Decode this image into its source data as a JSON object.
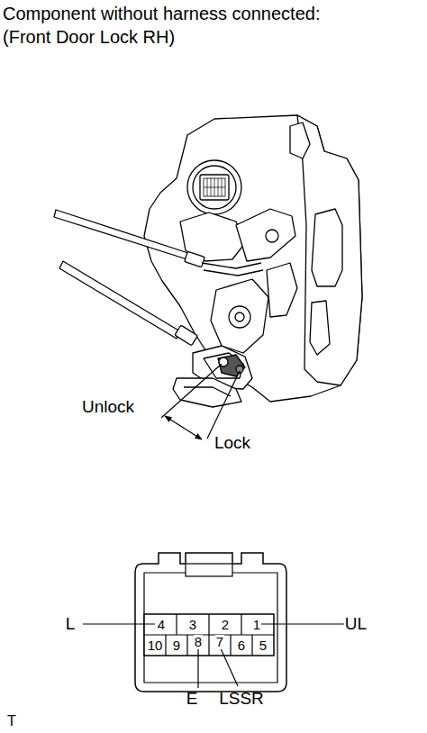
{
  "diagram": {
    "labels": [
      "Component without harness connected:",
      "(Front Door Lock RH)",
      "Unlock",
      "Lock",
      "L",
      "UL",
      "E",
      "LSSR",
      "4",
      "3",
      "2",
      "1",
      "10",
      "9",
      "8",
      "7",
      "6",
      "5",
      "T"
    ]
  }
}
